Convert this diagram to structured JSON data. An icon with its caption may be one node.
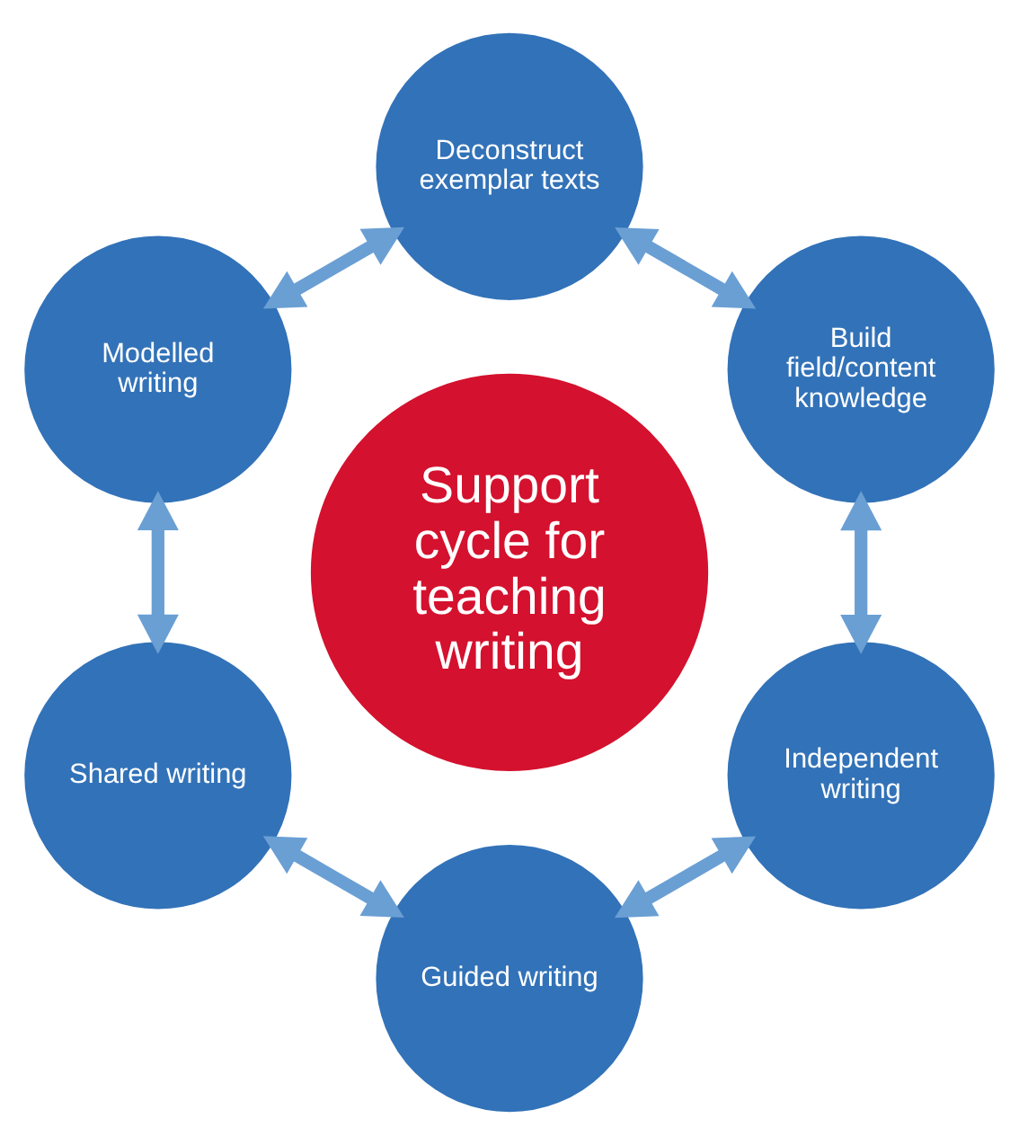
{
  "diagram": {
    "nodes": [
      {
        "text": [
          "Support cycle for teaching writing"
        ]
      },
      {
        "text": [
          "Build field/content knowledge"
        ]
      },
      {
        "text": [
          "Deconstruct exemplar texts"
        ]
      },
      {
        "text": [
          "Modelled writing"
        ]
      },
      {
        "text": [
          "Shared writing"
        ]
      },
      {
        "text": [
          "Guided writing"
        ]
      },
      {
        "text": [
          "Independent writing"
        ]
      }
    ],
    "edges": [
      {
        "from": 1,
        "to": 2,
        "arrow": "both"
      },
      {
        "from": 2,
        "to": 3,
        "arrow": "both"
      },
      {
        "from": 3,
        "to": 4,
        "arrow": "both"
      },
      {
        "from": 4,
        "to": 5,
        "arrow": "both"
      },
      {
        "from": 5,
        "to": 6,
        "arrow": "both"
      },
      {
        "from": 6,
        "to": 1,
        "arrow": "both"
      }
    ]
  }
}
